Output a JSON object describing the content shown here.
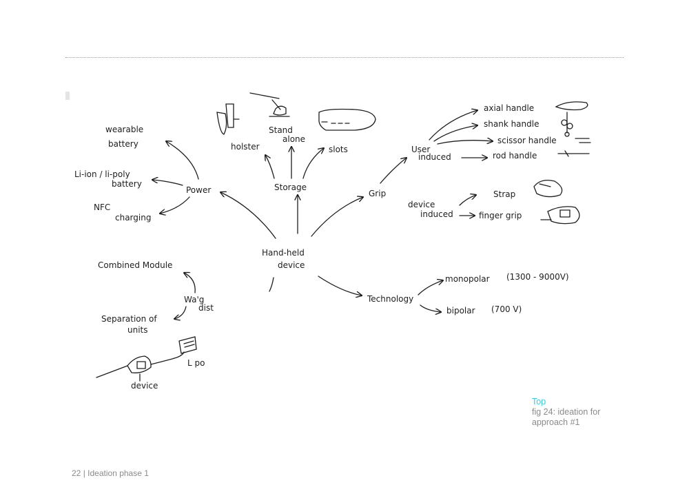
{
  "mindmap": {
    "center": [
      "Hand-held",
      "device"
    ],
    "power": "Power",
    "wearable_battery": [
      "wearable",
      "battery"
    ],
    "liion_battery": [
      "Li-ion / li-poly",
      "battery"
    ],
    "nfc_charging": [
      "NFC",
      "charging"
    ],
    "storage": "Storage",
    "holster": "holster",
    "stand_alone": [
      "Stand",
      "alone"
    ],
    "slots": "slots",
    "grip": "Grip",
    "user_induced": [
      "User",
      "induced"
    ],
    "axial_handle": "axial handle",
    "shank_handle": "shank handle",
    "scissor_handle": "scissor handle",
    "rod_handle": "rod handle",
    "device_induced": [
      "device",
      "induced"
    ],
    "strap": "Strap",
    "finger_grip": "finger grip",
    "technology": "Technology",
    "monopolar": "monopolar",
    "monopolar_range": "(1300 - 9000V)",
    "bipolar": "bipolar",
    "bipolar_range": "(700 V)",
    "combined_module": "Combined Module",
    "way_dist": [
      "Wa'g",
      "dist"
    ],
    "separation_units": [
      "Separation of",
      "units"
    ],
    "device_label": "device",
    "po_label": "L po"
  },
  "caption": {
    "label": "Top",
    "line1": "fig 24: ideation for",
    "line2": "approach #1"
  },
  "footer": {
    "page": "22",
    "separator": "|",
    "section": "Ideation phase 1"
  }
}
